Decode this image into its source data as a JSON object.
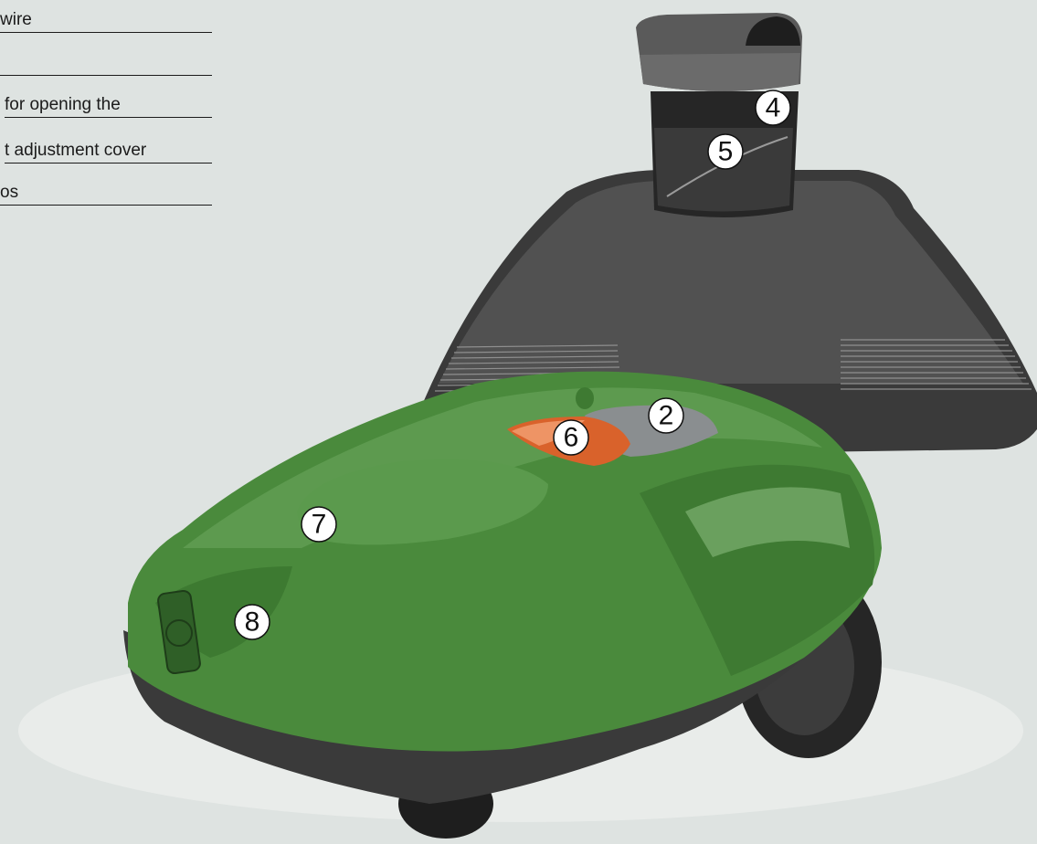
{
  "legend": {
    "rows": [
      "wire",
      "",
      "for opening the",
      "t adjustment cover",
      "os"
    ]
  },
  "callouts": [
    "4",
    "5",
    "2",
    "6",
    "7",
    "8"
  ],
  "colors": {
    "background": "#dee3e1",
    "body_green": "#4a8a3c",
    "body_green_dark": "#3a6f2f",
    "body_green_light": "#6fa862",
    "base_dark": "#3b3b3b",
    "station_dark": "#444444",
    "orange_button": "#d9622b",
    "display_grey": "#8a8e90"
  }
}
